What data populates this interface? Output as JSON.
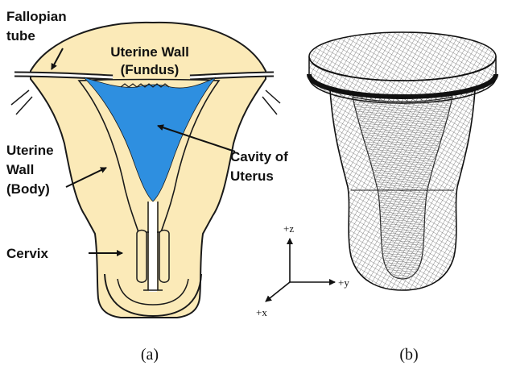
{
  "panel_a": {
    "labels": {
      "fallopian_1": "Fallopian",
      "fallopian_2": "tube",
      "fundus_1": "Uterine Wall",
      "fundus_2": "(Fundus)",
      "cavity_1": "Cavity of",
      "cavity_2": "Uterus",
      "body_1": "Uterine",
      "body_2": "Wall",
      "body_3": "(Body)",
      "cervix": "Cervix"
    },
    "caption": "(a)",
    "colors": {
      "tissue": "#fbeab8",
      "cavity": "#2e8fe0",
      "outline": "#1a1a1a"
    }
  },
  "panel_b": {
    "axes": {
      "z": "+z",
      "y": "+y",
      "x": "+x"
    },
    "caption": "(b)"
  }
}
